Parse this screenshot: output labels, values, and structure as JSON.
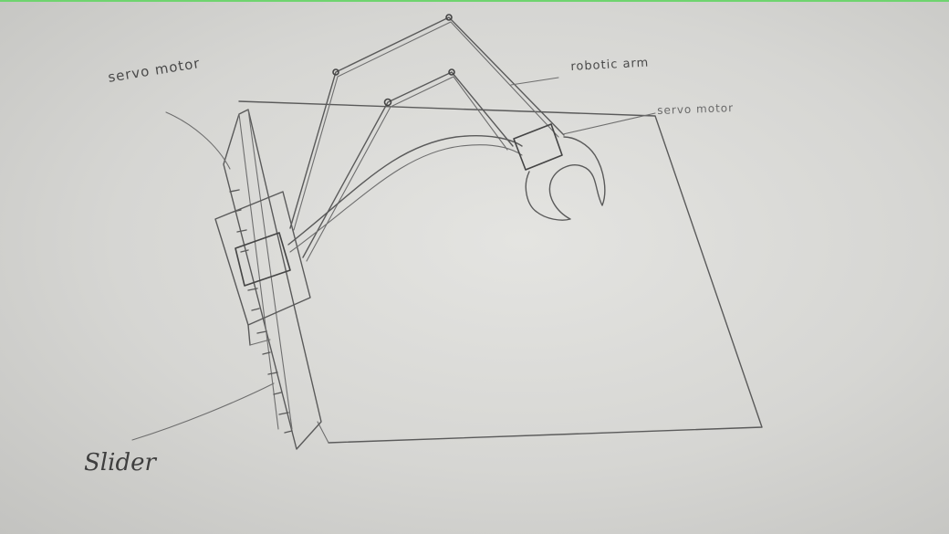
{
  "labels": {
    "servo_motor_left": "servo motor",
    "robotic_arm": "robotic arm",
    "servo_motor_right": "servo motor",
    "slider": "Slider"
  }
}
